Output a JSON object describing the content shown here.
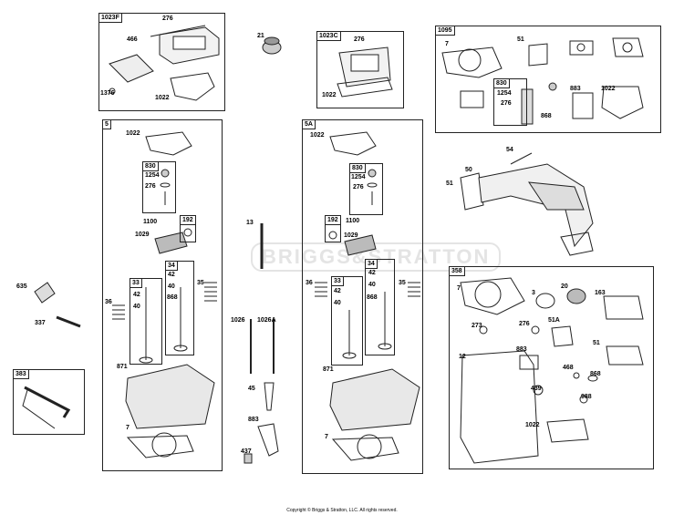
{
  "watermark": "BRIGGS&STRATTON",
  "copyright": "Copyright © Briggs & Stratton, LLC. All rights reserved.",
  "groups": {
    "g1023F": {
      "tag": "1023F",
      "labels": [
        "276",
        "466",
        "1376",
        "1022"
      ]
    },
    "g21": {
      "labels": [
        "21"
      ]
    },
    "g1023C": {
      "tag": "1023C",
      "labels": [
        "276",
        "1022"
      ]
    },
    "g1095": {
      "tag": "1095",
      "labels": [
        "7",
        "51",
        "830",
        "1254",
        "276",
        "883",
        "1022",
        "868"
      ]
    },
    "g5": {
      "tag": "5",
      "labels": [
        "1022",
        "830",
        "1254",
        "276",
        "1100",
        "192",
        "1029",
        "34",
        "33",
        "42",
        "40",
        "868",
        "36",
        "35",
        "42",
        "40",
        "871",
        "7"
      ]
    },
    "g5A": {
      "tag": "5A",
      "labels": [
        "1022",
        "830",
        "1254",
        "276",
        "192",
        "1100",
        "1029",
        "34",
        "33",
        "42",
        "40",
        "868",
        "36",
        "35",
        "42",
        "40",
        "871",
        "7"
      ]
    },
    "loose": {
      "labels": [
        "635",
        "337",
        "13",
        "1026",
        "1026A",
        "45",
        "883",
        "437",
        "54",
        "50",
        "51"
      ]
    },
    "g383": {
      "tag": "383"
    },
    "g358": {
      "tag": "358",
      "labels": [
        "7",
        "3",
        "20",
        "163",
        "273",
        "276",
        "51A",
        "12",
        "883",
        "51",
        "468",
        "868",
        "439",
        "988",
        "1022"
      ]
    }
  }
}
